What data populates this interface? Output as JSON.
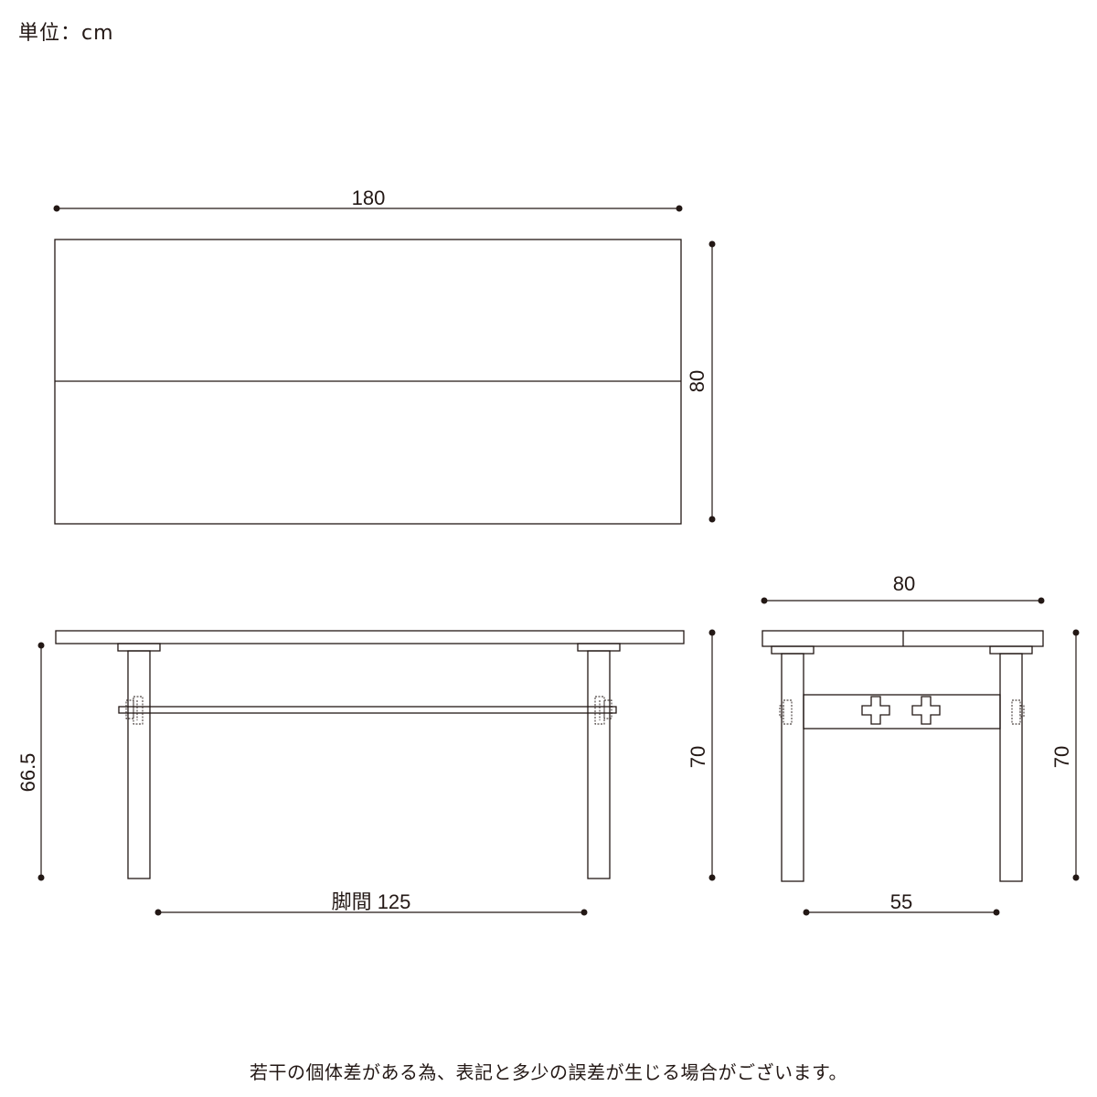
{
  "unit_label": "単位：cm",
  "footnote": "若干の個体差がある為、表記と多少の誤差が生じる場合がございます。",
  "top_view": {
    "width_label": "180",
    "depth_label": "80"
  },
  "front_view": {
    "leg_height_label": "66.5",
    "total_height_label": "70",
    "leg_span_label": "脚間 125"
  },
  "side_view": {
    "width_label": "80",
    "total_height_label": "70",
    "leg_span_label": "55"
  }
}
